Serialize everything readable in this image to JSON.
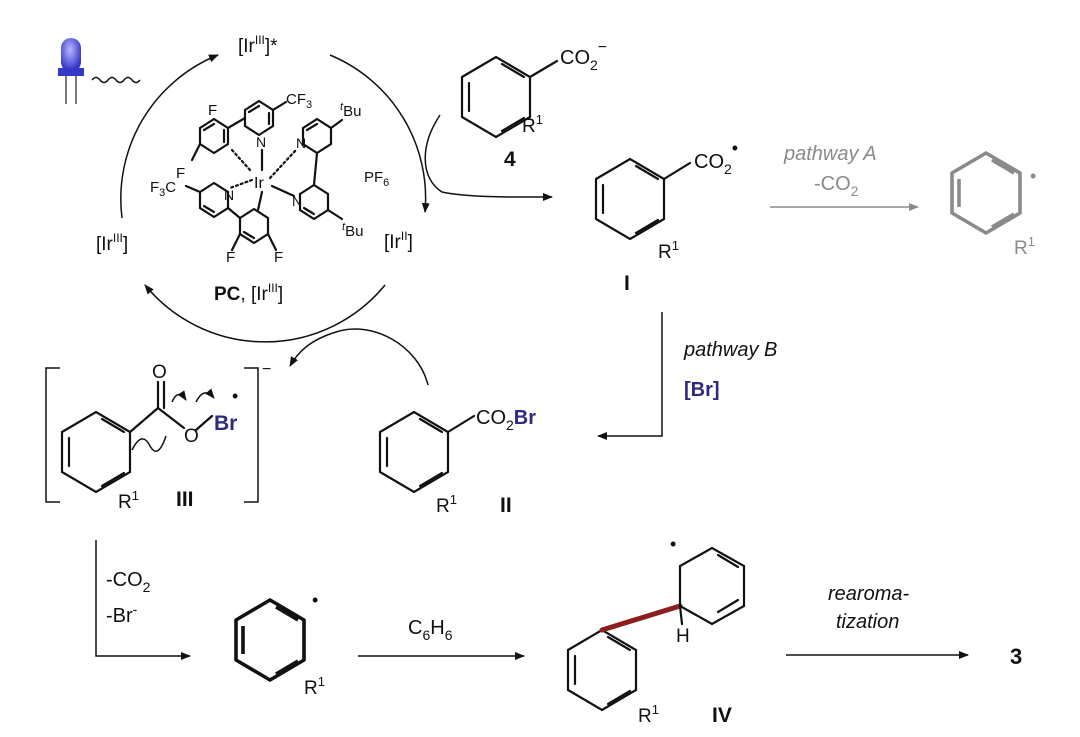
{
  "catalyst": {
    "ir3_excited": "[Ir",
    "ir3_excited_sup": "III",
    "ir3_excited_star": "]*",
    "ir3_left": "[Ir",
    "ir3_left_sup": "III",
    "ir2": "[Ir",
    "ir2_sup": "II",
    "pc_bold": "PC",
    "pc_rest": ", [Ir",
    "pc_sup": "III",
    "complex_F1": "F",
    "complex_F2": "F",
    "complex_F3": "F",
    "complex_F4": "F",
    "complex_CF3_top": "CF",
    "complex_CF3_top_sub": "3",
    "complex_CF3_left": "F",
    "complex_CF3_left_sub": "3",
    "complex_CF3_left_C": "C",
    "complex_Ir": "Ir",
    "complex_N1": "N",
    "complex_N2": "N",
    "complex_N3": "N",
    "complex_N4": "N",
    "complex_tBu1_sup": "t",
    "complex_tBu1": "Bu",
    "complex_tBu2_sup": "t",
    "complex_tBu2": "Bu",
    "counterion": "PF",
    "counterion_sub": "6"
  },
  "compounds": {
    "c4_group": "CO",
    "c4_group_sub": "2",
    "c4_charge": "−",
    "c4_label": "4",
    "cI_group": "CO",
    "cI_group_sub": "2",
    "cI_radical": "•",
    "cI_label": "I",
    "cII_group": "CO",
    "cII_group_sub": "2",
    "cII_Br": "Br",
    "cII_label": "II",
    "cIII_O1": "O",
    "cIII_O2": "O",
    "cIII_Br": "Br",
    "cIII_radical": "•",
    "cIII_charge": "−",
    "cIII_label": "III",
    "cIV_H": "H",
    "cIV_label": "IV",
    "product_label": "3",
    "R": "R",
    "R_sup": "1"
  },
  "arrows": {
    "pathwayA_label": "pathway A",
    "pathwayA_sub": "-CO",
    "pathwayA_sub_idx": "2",
    "pathwayB_label": "pathway B",
    "pathwayB_reagent": "[Br]",
    "loss1": "-CO",
    "loss1_sub": "2",
    "loss2": "-Br",
    "loss2_sup": "-",
    "benzene": "C",
    "benzene_sub1": "6",
    "benzene_mid": "H",
    "benzene_sub2": "6",
    "rearom1": "rearoma-",
    "rearom2": "tization"
  },
  "colors": {
    "bromine": "#2e2a7e",
    "pathwayA_grey": "#8a8a8a",
    "new_bond": "#8b1e1e",
    "led_blue": "#4a4ad8"
  }
}
